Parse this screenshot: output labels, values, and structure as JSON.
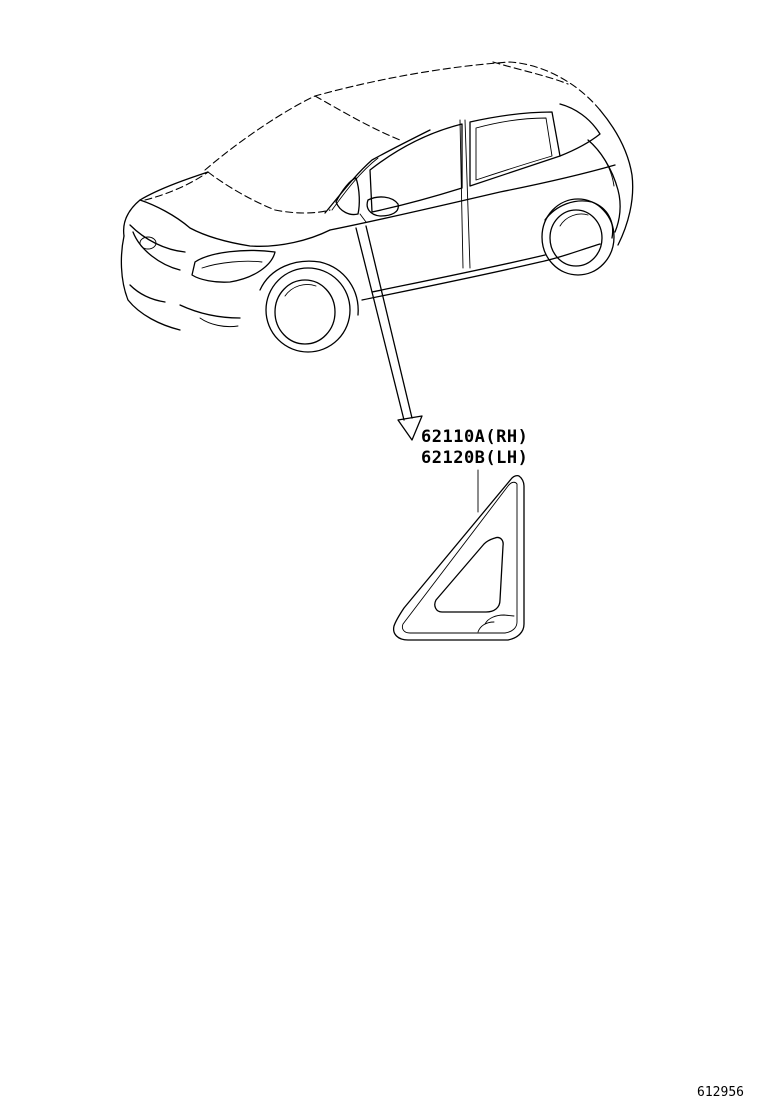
{
  "callouts": {
    "part_rh": "62110A(RH)",
    "part_lh": "62120B(LH)"
  },
  "illustration_id": "612956",
  "colors": {
    "line": "#000000",
    "background": "#ffffff"
  }
}
